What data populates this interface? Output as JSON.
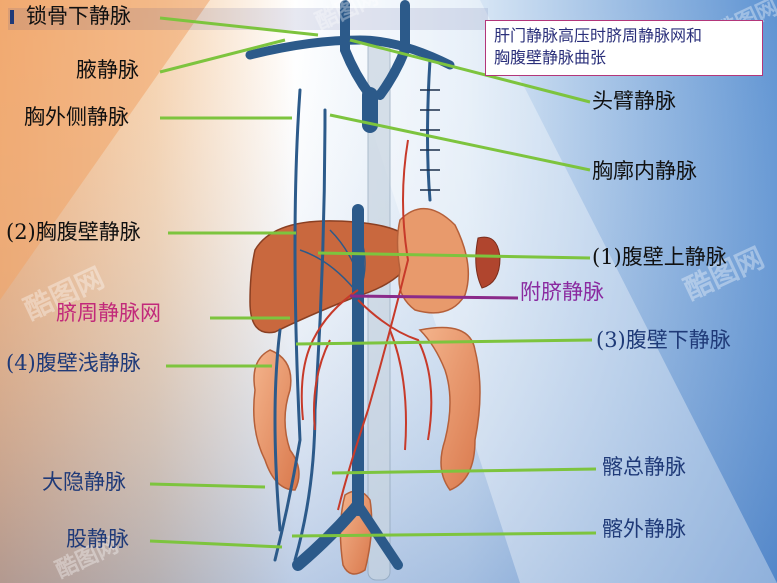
{
  "title_box": {
    "line1": "肝门静脉高压时脐周静脉网和",
    "line2": "胸腹壁静脉曲张"
  },
  "labels": {
    "subclavian": "锁骨下静脉",
    "axillary": "腋静脉",
    "lateral_thoracic": "胸外侧静脉",
    "brachiocephalic": "头臂静脉",
    "internal_thoracic": "胸廓内静脉",
    "thoracoepigastric": "(2)胸腹壁静脉",
    "superior_epigastric": "(1)腹壁上静脉",
    "paraumbilical": "附脐静脉",
    "periumbilical_network": "脐周静脉网",
    "inferior_epigastric": "(3)腹壁下静脉",
    "superficial_epigastric": "(4)腹壁浅静脉",
    "great_saphenous": "大隐静脉",
    "common_iliac": "髂总静脉",
    "femoral": "股静脉",
    "external_iliac": "髂外静脉"
  },
  "watermark": "酷图网 www.ikutu.com",
  "colors": {
    "pointer_green": "#7dc43e",
    "pointer_purple": "#8a2a8a",
    "vein_blue": "#2c5a8a",
    "organ_orange": "#e89a6c",
    "artery_red": "#c73a2a"
  }
}
